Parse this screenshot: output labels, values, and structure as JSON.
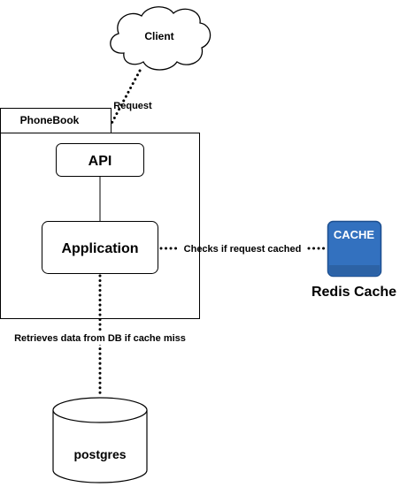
{
  "nodes": {
    "client": "Client",
    "package": "PhoneBook",
    "api": "API",
    "application": "Application",
    "cache_icon": "CACHE",
    "cache": "Redis Cache",
    "database": "postgres"
  },
  "edges": {
    "request": "Request",
    "cache_check": "Checks if request cached",
    "db_fallback": "Retrieves data from DB if cache miss"
  },
  "colors": {
    "cache_icon_fill": "#3371bf",
    "cache_icon_edge": "#1d4f8f",
    "line": "#000000",
    "background": "#ffffff"
  }
}
